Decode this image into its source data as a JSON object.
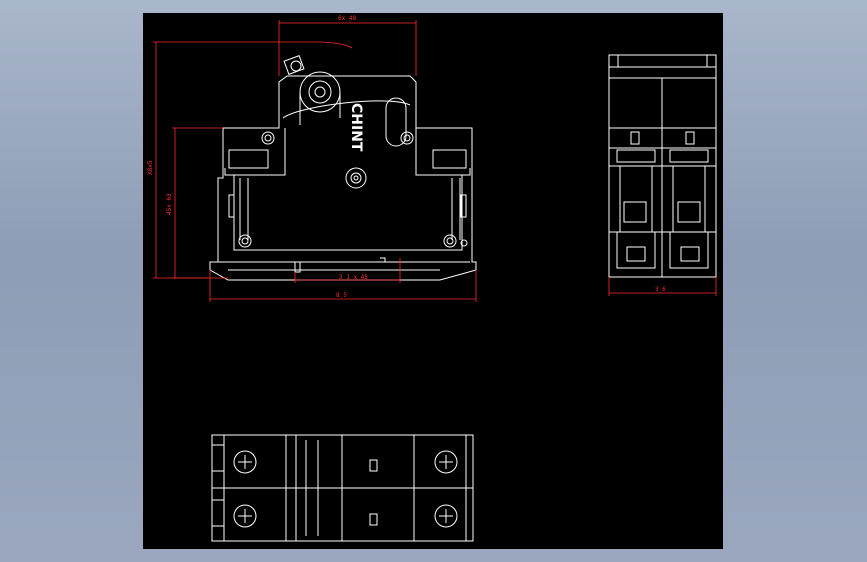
{
  "drawing": {
    "brand_text": "CHINT",
    "dimensions": {
      "top_width": "6x 48",
      "overall_height": "X8x5",
      "mid_height": "45x 63",
      "rail_width": "3 1 x 45",
      "base_width": "8 5",
      "side_width": "3 6"
    }
  },
  "colors": {
    "background": "#000000",
    "linework": "#ffffff",
    "dimensions": "#ff2a2a",
    "window_bg": "#9aa7bf"
  }
}
